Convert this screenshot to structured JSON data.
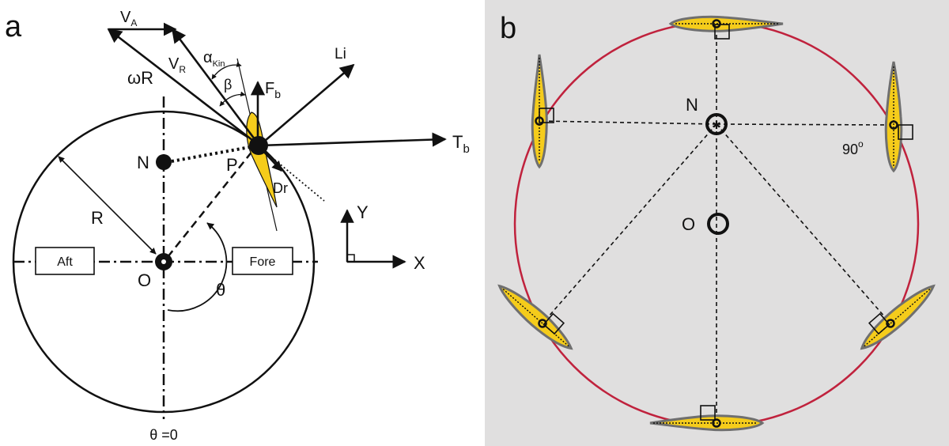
{
  "panel_a": {
    "panel_label": "a",
    "labels": {
      "va_main": "V",
      "va_sub": "A",
      "vr_main": "V",
      "vr_sub": "R",
      "alpha_main": "α",
      "alpha_sub": "Kin",
      "beta": "β",
      "wr": "ωR",
      "li": "Li",
      "fb_main": "F",
      "fb_sub": "b",
      "tb_main": "T",
      "tb_sub": "b",
      "n": "N",
      "p": "P",
      "dr": "Dr",
      "r": "R",
      "o": "O",
      "theta": "θ",
      "theta_zero": "θ =0",
      "y": "Y",
      "x": "X",
      "aft": "Aft",
      "fore": "Fore"
    }
  },
  "panel_b": {
    "panel_label": "b",
    "labels": {
      "n": "N",
      "o": "O",
      "angle_main": "90",
      "angle_sup": "o"
    }
  },
  "colors": {
    "foil_fill": "#f5cc1b",
    "foil_outline": "#6f6f6f",
    "orbit_circle": "#c0223d",
    "panel_b_bg": "#e0dfdf",
    "ink": "#111111"
  }
}
